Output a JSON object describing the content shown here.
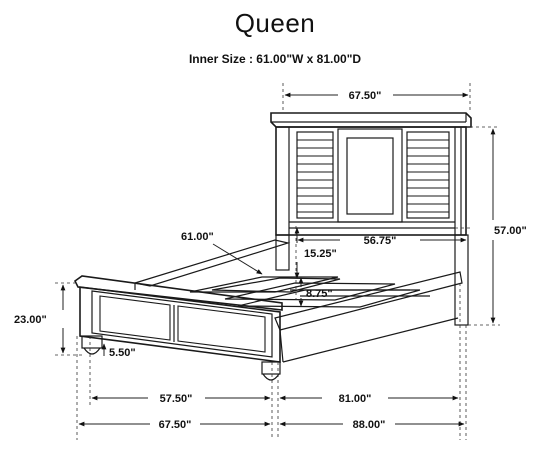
{
  "title": "Queen",
  "subtitle": "Inner Size : 61.00\"W x 81.00\"D",
  "dimensions": {
    "headboard_width": "67.50\"",
    "headboard_height": "57.00\"",
    "inner_width": "61.00\"",
    "rail_height": "15.25\"",
    "inner_span": "56.75\"",
    "slat_gap": "8.75\"",
    "footboard_height": "23.00\"",
    "leg_height": "5.50\"",
    "footboard_inner": "57.50\"",
    "inner_length": "81.00\"",
    "overall_width": "67.50\"",
    "overall_length": "88.00\""
  }
}
